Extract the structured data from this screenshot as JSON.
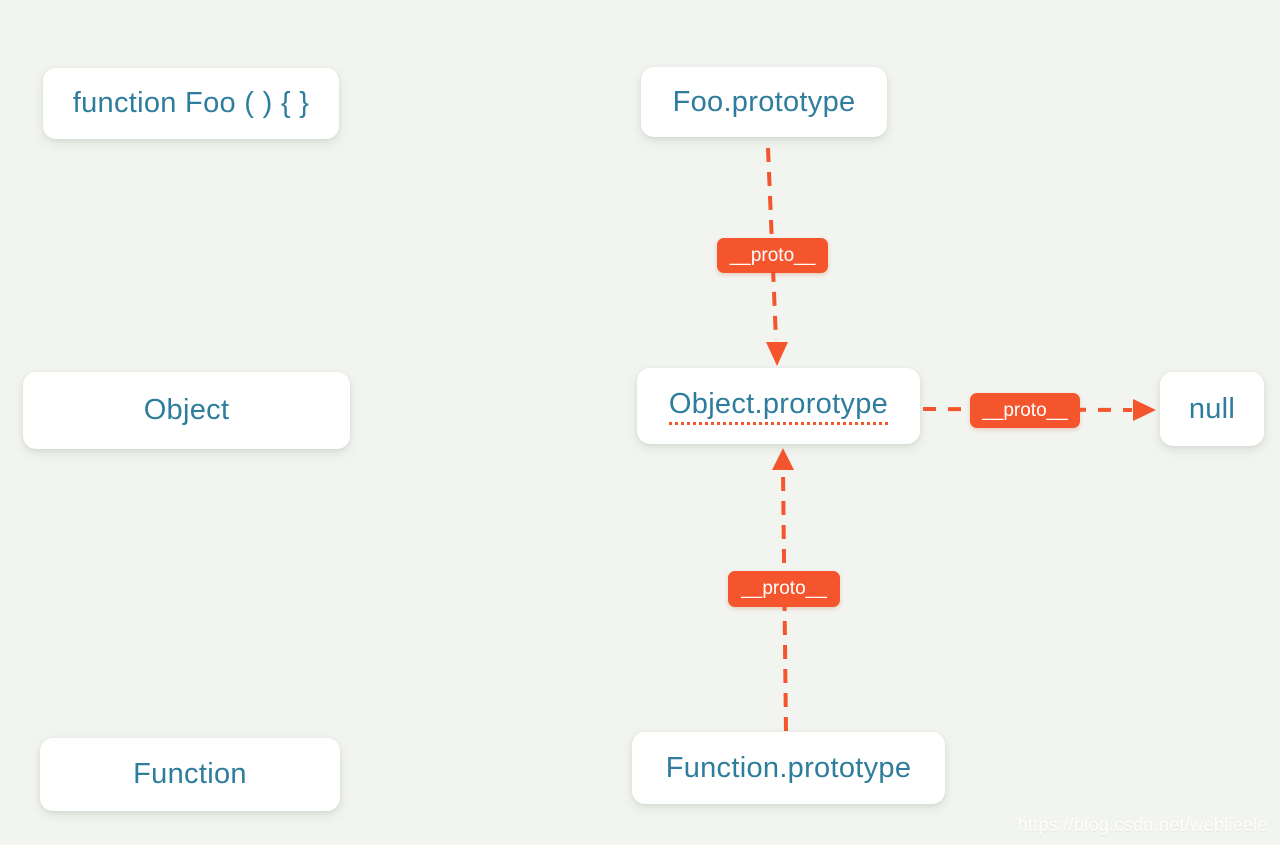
{
  "diagram": {
    "title_hint": "JavaScript prototype chain diagram",
    "nodes": {
      "function_foo": {
        "label": "function Foo ( ) { }"
      },
      "foo_prototype": {
        "label": "Foo.prototype"
      },
      "object": {
        "label": "Object"
      },
      "object_prototype": {
        "label": "Object.prorotype"
      },
      "null_value": {
        "label": "null"
      },
      "function": {
        "label": "Function"
      },
      "function_prototype": {
        "label": "Function.prototype"
      }
    },
    "edges": [
      {
        "from": "Foo.prototype",
        "to": "Object.prorotype",
        "label": "__proto__",
        "direction": "down",
        "style": "dashed"
      },
      {
        "from": "Object.prorotype",
        "to": "null",
        "label": "__proto__",
        "direction": "right",
        "style": "dashed"
      },
      {
        "from": "Function.prototype",
        "to": "Object.prorotype",
        "label": "__proto__",
        "direction": "up",
        "style": "dashed"
      }
    ]
  },
  "watermark": "https://blog.csdn.net/weblieele",
  "colors": {
    "background": "#f2f4f0",
    "node_background": "#ffffff",
    "node_text": "#2e7d9d",
    "accent_orange": "#f5552d"
  }
}
